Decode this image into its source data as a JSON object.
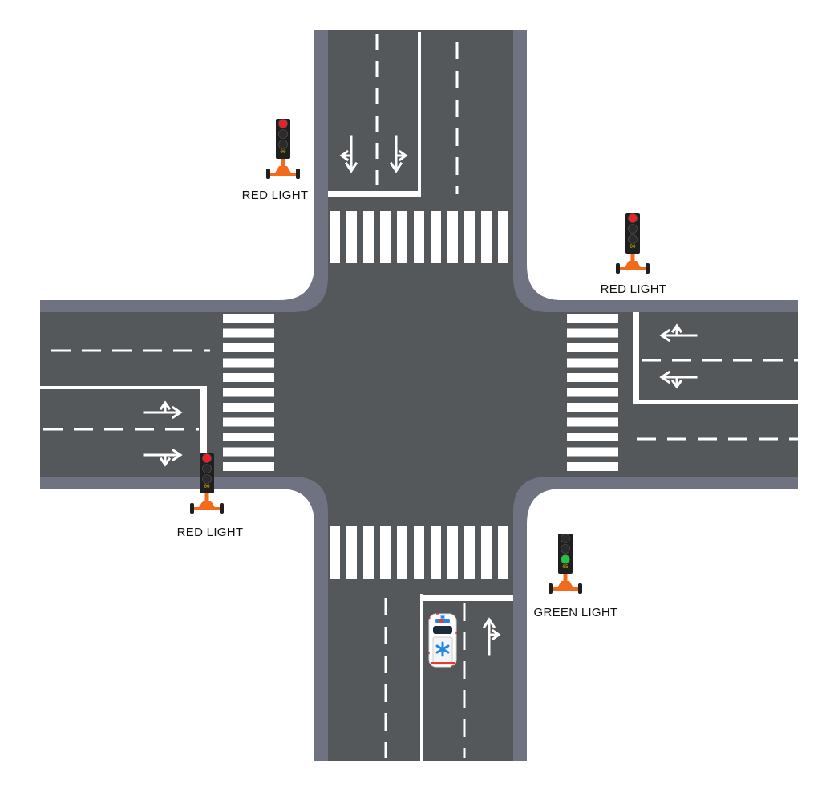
{
  "colors": {
    "road": "#55585b",
    "curb": "#6f7280",
    "marking": "#ffffff",
    "light_red": "#e8202a",
    "light_green": "#22c244",
    "light_off": "#2b2b2b",
    "signal_body": "#1f1f1f",
    "signal_base": "#f26a1b",
    "countdown": "#d4c200"
  },
  "signals": [
    {
      "id": "north",
      "state": "red",
      "label": "RED LIGHT",
      "countdown": "00"
    },
    {
      "id": "east",
      "state": "red",
      "label": "RED LIGHT",
      "countdown": "00"
    },
    {
      "id": "west",
      "state": "red",
      "label": "RED LIGHT",
      "countdown": "00"
    },
    {
      "id": "south",
      "state": "green",
      "label": "GREEN LIGHT",
      "countdown": "05"
    }
  ],
  "vehicle": {
    "icon": "ambulance-icon"
  },
  "lane_arrows": [
    {
      "road": "north",
      "icon": "left-and-straight-arrow-icon"
    },
    {
      "road": "north",
      "icon": "right-and-straight-arrow-icon"
    },
    {
      "road": "east",
      "icon": "straight-and-right-arrow-icon"
    },
    {
      "road": "east",
      "icon": "straight-and-left-arrow-icon"
    },
    {
      "road": "west",
      "icon": "straight-and-left-arrow-icon"
    },
    {
      "road": "west",
      "icon": "straight-and-right-arrow-icon"
    },
    {
      "road": "south",
      "icon": "straight-and-right-arrow-icon"
    }
  ]
}
